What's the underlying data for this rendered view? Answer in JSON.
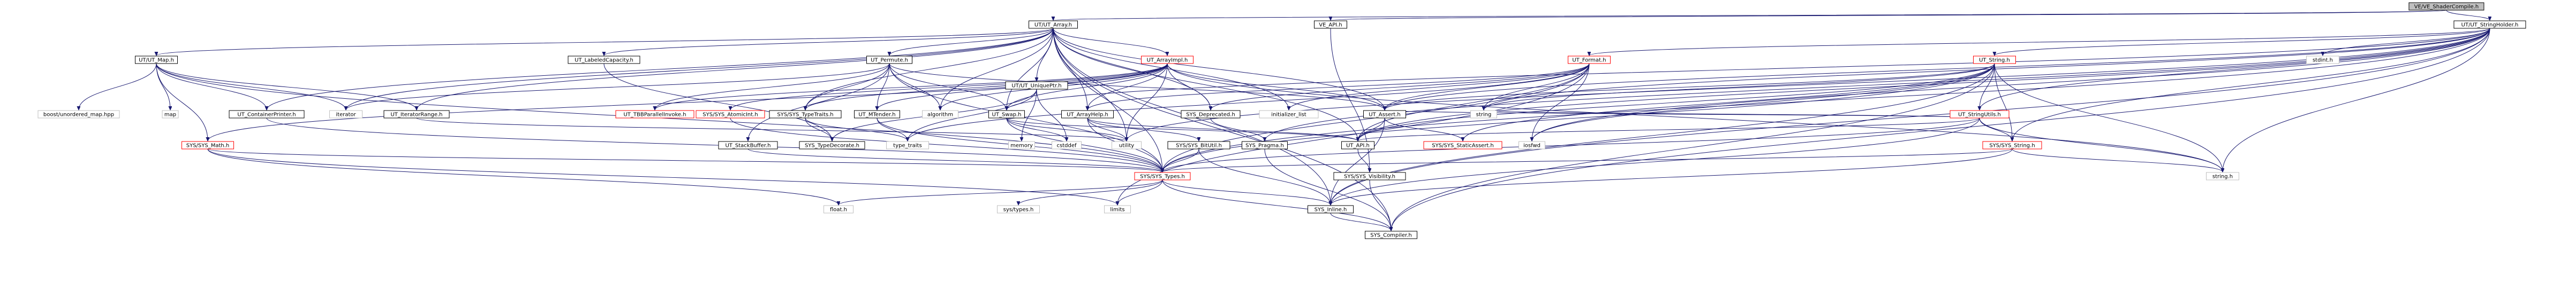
{
  "colors": {
    "normal_fill": "#ffffff",
    "normal_border": "#000000",
    "warning_border": "#ff0000",
    "root_fill": "#bfbfbf",
    "missing_border": "#bfbfbf",
    "edge": "#191970",
    "background": "#ffffff"
  },
  "graph": {
    "root": "VE/VE_ShaderCompile.h",
    "nodes": [
      {
        "id": "n_root",
        "label": "VE/VE_ShaderCompile.h",
        "kind": "root"
      },
      {
        "id": "n_ut_array",
        "label": "UT/UT_Array.h",
        "kind": "normal"
      },
      {
        "id": "n_ve_api",
        "label": "VE_API.h",
        "kind": "normal"
      },
      {
        "id": "n_ut_stringholder",
        "label": "UT/UT_StringHolder.h",
        "kind": "normal"
      },
      {
        "id": "n_ut_map",
        "label": "UT/UT_Map.h",
        "kind": "normal"
      },
      {
        "id": "n_ut_labeledcap",
        "label": "UT_LabeledCapacity.h",
        "kind": "normal"
      },
      {
        "id": "n_ut_permute",
        "label": "UT_Permute.h",
        "kind": "normal"
      },
      {
        "id": "n_ut_arrayimpl",
        "label": "UT_ArrayImpl.h",
        "kind": "warning"
      },
      {
        "id": "n_ut_uniqueptr",
        "label": "UT/UT_UniquePtr.h",
        "kind": "normal"
      },
      {
        "id": "n_ut_format",
        "label": "UT_Format.h",
        "kind": "warning"
      },
      {
        "id": "n_ut_string",
        "label": "UT_String.h",
        "kind": "warning"
      },
      {
        "id": "n_stdint",
        "label": "stdint.h",
        "kind": "missing"
      },
      {
        "id": "n_boost_umap",
        "label": "boost/unordered_map.hpp",
        "kind": "missing"
      },
      {
        "id": "n_map",
        "label": "map",
        "kind": "missing"
      },
      {
        "id": "n_ut_containerprinter",
        "label": "UT_ContainerPrinter.h",
        "kind": "normal"
      },
      {
        "id": "n_iterator",
        "label": "iterator",
        "kind": "missing"
      },
      {
        "id": "n_ut_iteratorrange",
        "label": "UT_IteratorRange.h",
        "kind": "normal"
      },
      {
        "id": "n_ut_tbbparallel",
        "label": "UT_TBBParallelInvoke.h",
        "kind": "warning"
      },
      {
        "id": "n_sys_atomicint",
        "label": "SYS/SYS_AtomicInt.h",
        "kind": "warning"
      },
      {
        "id": "n_sys_typetraits",
        "label": "SYS/SYS_TypeTraits.h",
        "kind": "normal"
      },
      {
        "id": "n_ut_mtender",
        "label": "UT_MTender.h",
        "kind": "normal"
      },
      {
        "id": "n_algorithm",
        "label": "algorithm",
        "kind": "missing"
      },
      {
        "id": "n_ut_swap",
        "label": "UT_Swap.h",
        "kind": "normal"
      },
      {
        "id": "n_ut_arrayhelp",
        "label": "UT_ArrayHelp.h",
        "kind": "normal"
      },
      {
        "id": "n_sys_deprecated",
        "label": "SYS_Deprecated.h",
        "kind": "normal"
      },
      {
        "id": "n_initializer_list",
        "label": "initializer_list",
        "kind": "missing"
      },
      {
        "id": "n_ut_assert",
        "label": "UT_Assert.h",
        "kind": "normal"
      },
      {
        "id": "n_string",
        "label": "string",
        "kind": "missing"
      },
      {
        "id": "n_ut_stringutils",
        "label": "UT_StringUtils.h",
        "kind": "warning"
      },
      {
        "id": "n_sys_math",
        "label": "SYS/SYS_Math.h",
        "kind": "warning"
      },
      {
        "id": "n_ut_stackbuffer",
        "label": "UT_StackBuffer.h",
        "kind": "normal"
      },
      {
        "id": "n_sys_typedecorate",
        "label": "SYS_TypeDecorate.h",
        "kind": "normal"
      },
      {
        "id": "n_type_traits",
        "label": "type_traits",
        "kind": "missing"
      },
      {
        "id": "n_memory",
        "label": "memory",
        "kind": "missing"
      },
      {
        "id": "n_cstddef",
        "label": "cstddef",
        "kind": "missing"
      },
      {
        "id": "n_utility",
        "label": "utility",
        "kind": "missing"
      },
      {
        "id": "n_sys_bitutil",
        "label": "SYS/SYS_BitUtil.h",
        "kind": "normal"
      },
      {
        "id": "n_sys_pragma",
        "label": "SYS_Pragma.h",
        "kind": "normal"
      },
      {
        "id": "n_ut_api",
        "label": "UT_API.h",
        "kind": "normal"
      },
      {
        "id": "n_sys_staticassert",
        "label": "SYS/SYS_StaticAssert.h",
        "kind": "warning"
      },
      {
        "id": "n_iosfwd",
        "label": "iosfwd",
        "kind": "missing"
      },
      {
        "id": "n_sys_string",
        "label": "SYS/SYS_String.h",
        "kind": "warning"
      },
      {
        "id": "n_sys_types",
        "label": "SYS/SYS_Types.h",
        "kind": "warning"
      },
      {
        "id": "n_sys_visibility",
        "label": "SYS/SYS_Visibility.h",
        "kind": "normal"
      },
      {
        "id": "n_string_h",
        "label": "string.h",
        "kind": "missing"
      },
      {
        "id": "n_float",
        "label": "float.h",
        "kind": "missing"
      },
      {
        "id": "n_systypes",
        "label": "sys/types.h",
        "kind": "missing"
      },
      {
        "id": "n_limits",
        "label": "limits",
        "kind": "missing"
      },
      {
        "id": "n_sys_inline",
        "label": "SYS_Inline.h",
        "kind": "normal"
      },
      {
        "id": "n_sys_compiler",
        "label": "SYS_Compiler.h",
        "kind": "normal"
      }
    ],
    "edges": [
      [
        "n_root",
        "n_ut_array"
      ],
      [
        "n_root",
        "n_ve_api"
      ],
      [
        "n_root",
        "n_ut_stringholder"
      ],
      [
        "n_ut_array",
        "n_ut_map"
      ],
      [
        "n_ut_array",
        "n_ut_labeledcap"
      ],
      [
        "n_ut_array",
        "n_ut_permute"
      ],
      [
        "n_ut_array",
        "n_ut_arrayimpl"
      ],
      [
        "n_ut_array",
        "n_ut_uniqueptr"
      ],
      [
        "n_ut_array",
        "n_ut_containerprinter"
      ],
      [
        "n_ut_array",
        "n_iterator"
      ],
      [
        "n_ut_array",
        "n_ut_iteratorrange"
      ],
      [
        "n_ut_array",
        "n_algorithm"
      ],
      [
        "n_ut_array",
        "n_ut_swap"
      ],
      [
        "n_ut_array",
        "n_ut_arrayhelp"
      ],
      [
        "n_ut_array",
        "n_sys_deprecated"
      ],
      [
        "n_ut_array",
        "n_initializer_list"
      ],
      [
        "n_ut_array",
        "n_ut_assert"
      ],
      [
        "n_ut_array",
        "n_sys_typetraits"
      ],
      [
        "n_ut_array",
        "n_ut_api"
      ],
      [
        "n_ut_array",
        "n_sys_compiler"
      ],
      [
        "n_ut_array",
        "n_sys_types"
      ],
      [
        "n_ut_array",
        "n_sys_inline"
      ],
      [
        "n_ut_array",
        "n_utility"
      ],
      [
        "n_ut_map",
        "n_boost_umap"
      ],
      [
        "n_ut_map",
        "n_map"
      ],
      [
        "n_ut_map",
        "n_ut_containerprinter"
      ],
      [
        "n_ut_map",
        "n_iterator"
      ],
      [
        "n_ut_map",
        "n_ut_iteratorrange"
      ],
      [
        "n_ut_map",
        "n_sys_math"
      ],
      [
        "n_ut_map",
        "n_sys_types"
      ],
      [
        "n_ut_labeledcap",
        "n_sys_typedecorate"
      ],
      [
        "n_ut_permute",
        "n_ut_tbbparallel"
      ],
      [
        "n_ut_permute",
        "n_ut_mtender"
      ],
      [
        "n_ut_permute",
        "n_algorithm"
      ],
      [
        "n_ut_permute",
        "n_iterator"
      ],
      [
        "n_ut_permute",
        "n_ut_stackbuffer"
      ],
      [
        "n_ut_permute",
        "n_sys_typetraits"
      ],
      [
        "n_ut_permute",
        "n_ut_swap"
      ],
      [
        "n_ut_permute",
        "n_ut_assert"
      ],
      [
        "n_ut_permute",
        "n_sys_types"
      ],
      [
        "n_ut_arrayimpl",
        "n_sys_atomicint"
      ],
      [
        "n_ut_arrayimpl",
        "n_ut_arrayhelp"
      ],
      [
        "n_ut_arrayimpl",
        "n_ut_swap"
      ],
      [
        "n_ut_arrayimpl",
        "n_ut_assert"
      ],
      [
        "n_ut_arrayimpl",
        "n_algorithm"
      ],
      [
        "n_ut_arrayimpl",
        "n_utility"
      ],
      [
        "n_ut_arrayimpl",
        "n_ut_mtender"
      ],
      [
        "n_ut_arrayimpl",
        "n_sys_deprecated"
      ],
      [
        "n_ut_arrayimpl",
        "n_sys_typetraits"
      ],
      [
        "n_ut_arrayimpl",
        "n_sys_math"
      ],
      [
        "n_ut_arrayimpl",
        "n_ut_tbbparallel"
      ],
      [
        "n_ut_arrayimpl",
        "n_string_h"
      ],
      [
        "n_ut_uniqueptr",
        "n_memory"
      ],
      [
        "n_ut_uniqueptr",
        "n_cstddef"
      ],
      [
        "n_ut_uniqueptr",
        "n_type_traits"
      ],
      [
        "n_ut_uniqueptr",
        "n_sys_typedecorate"
      ],
      [
        "n_ve_api",
        "n_sys_visibility"
      ],
      [
        "n_ut_stringholder",
        "n_ut_format"
      ],
      [
        "n_ut_stringholder",
        "n_ut_string"
      ],
      [
        "n_ut_stringholder",
        "n_stdint"
      ],
      [
        "n_ut_stringholder",
        "n_ut_assert"
      ],
      [
        "n_ut_stringholder",
        "n_ut_api"
      ],
      [
        "n_ut_stringholder",
        "n_ut_swap"
      ],
      [
        "n_ut_stringholder",
        "n_sys_compiler"
      ],
      [
        "n_ut_stringholder",
        "n_sys_pragma"
      ],
      [
        "n_ut_stringholder",
        "n_sys_string"
      ],
      [
        "n_ut_stringholder",
        "n_sys_types"
      ],
      [
        "n_ut_stringholder",
        "n_string"
      ],
      [
        "n_ut_stringholder",
        "n_iosfwd"
      ],
      [
        "n_ut_stringholder",
        "n_utility"
      ],
      [
        "n_ut_stringholder",
        "n_string_h"
      ],
      [
        "n_ut_stringholder",
        "n_sys_inline"
      ],
      [
        "n_ut_stringholder",
        "n_ut_stringutils"
      ],
      [
        "n_ut_format",
        "n_ut_api"
      ],
      [
        "n_ut_format",
        "n_ut_assert"
      ],
      [
        "n_ut_format",
        "n_ut_arrayhelp"
      ],
      [
        "n_ut_format",
        "n_sys_types"
      ],
      [
        "n_ut_format",
        "n_type_traits"
      ],
      [
        "n_ut_format",
        "n_initializer_list"
      ],
      [
        "n_ut_format",
        "n_iosfwd"
      ],
      [
        "n_ut_format",
        "n_limits"
      ],
      [
        "n_ut_format",
        "n_string"
      ],
      [
        "n_ut_format",
        "n_sys_deprecated"
      ],
      [
        "n_ut_string",
        "n_ut_api"
      ],
      [
        "n_ut_string",
        "n_ut_assert"
      ],
      [
        "n_ut_string",
        "n_ut_stringutils"
      ],
      [
        "n_ut_string",
        "n_sys_types"
      ],
      [
        "n_ut_string",
        "n_sys_string"
      ],
      [
        "n_ut_string",
        "n_sys_inline"
      ],
      [
        "n_ut_string",
        "n_iosfwd"
      ],
      [
        "n_ut_string",
        "n_string"
      ],
      [
        "n_ut_string",
        "n_sys_compiler"
      ],
      [
        "n_ut_string",
        "n_string_h"
      ],
      [
        "n_ut_string",
        "n_sys_staticassert"
      ],
      [
        "n_ut_containerprinter",
        "n_sys_types"
      ],
      [
        "n_ut_iteratorrange",
        "n_utility"
      ],
      [
        "n_sys_atomicint",
        "n_sys_types"
      ],
      [
        "n_sys_typetraits",
        "n_sys_typedecorate"
      ],
      [
        "n_sys_typetraits",
        "n_type_traits"
      ],
      [
        "n_ut_mtender",
        "n_sys_types"
      ],
      [
        "n_ut_mtender",
        "n_type_traits"
      ],
      [
        "n_ut_swap",
        "n_utility"
      ],
      [
        "n_ut_swap",
        "n_cstddef"
      ],
      [
        "n_ut_swap",
        "n_ut_api"
      ],
      [
        "n_ut_swap",
        "n_sys_types"
      ],
      [
        "n_ut_arrayhelp",
        "n_sys_types"
      ],
      [
        "n_ut_arrayhelp",
        "n_sys_bitutil"
      ],
      [
        "n_ut_arrayhelp",
        "n_utility"
      ],
      [
        "n_ut_arrayhelp",
        "n_ut_api"
      ],
      [
        "n_sys_deprecated",
        "n_sys_pragma"
      ],
      [
        "n_ut_assert",
        "n_ut_api"
      ],
      [
        "n_ut_assert",
        "n_sys_inline"
      ],
      [
        "n_ut_assert",
        "n_sys_staticassert"
      ],
      [
        "n_ut_stringutils",
        "n_ut_assert"
      ],
      [
        "n_ut_stringutils",
        "n_sys_string"
      ],
      [
        "n_ut_stringutils",
        "n_ut_api"
      ],
      [
        "n_ut_stringutils",
        "n_sys_types"
      ],
      [
        "n_ut_stringutils",
        "n_sys_inline"
      ],
      [
        "n_ut_stringutils",
        "n_string_h"
      ],
      [
        "n_ut_stringutils",
        "n_string"
      ],
      [
        "n_sys_math",
        "n_sys_types"
      ],
      [
        "n_sys_math",
        "n_float"
      ],
      [
        "n_sys_math",
        "n_limits"
      ],
      [
        "n_ut_stackbuffer",
        "n_sys_types"
      ],
      [
        "n_sys_bitutil",
        "n_sys_types"
      ],
      [
        "n_sys_bitutil",
        "n_sys_inline"
      ],
      [
        "n_sys_pragma",
        "n_sys_compiler"
      ],
      [
        "n_ut_api",
        "n_sys_visibility"
      ],
      [
        "n_sys_string",
        "n_sys_types"
      ],
      [
        "n_sys_string",
        "n_sys_inline"
      ],
      [
        "n_sys_string",
        "n_string_h"
      ],
      [
        "n_sys_types",
        "n_float"
      ],
      [
        "n_sys_types",
        "n_systypes"
      ],
      [
        "n_sys_types",
        "n_limits"
      ],
      [
        "n_sys_types",
        "n_sys_inline"
      ],
      [
        "n_sys_types",
        "n_sys_compiler"
      ],
      [
        "n_sys_visibility",
        "n_sys_compiler"
      ],
      [
        "n_sys_inline",
        "n_sys_compiler"
      ]
    ]
  }
}
